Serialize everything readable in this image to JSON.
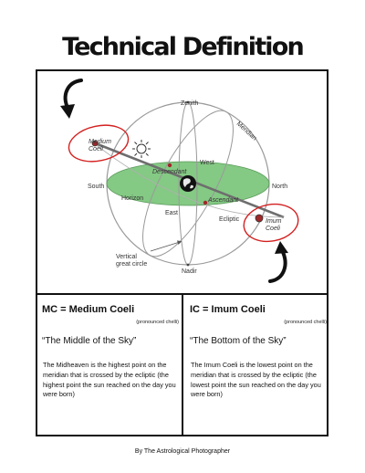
{
  "title": "Technical Definition",
  "diagram": {
    "labels": {
      "zenith": "Zenith",
      "meridian": "Meridian",
      "medium_coeli": "Medium\nCoeli",
      "descendant": "Descendant",
      "west": "West",
      "south": "South",
      "north": "North",
      "horizon": "Horizon",
      "ascendant": "Ascendant",
      "east": "East",
      "ecliptic": "Ecliptic",
      "imum_coeli": "Imum\nCoeli",
      "vertical_great_circle": "Vertical\ngreat circle",
      "nadir": "Nadir"
    },
    "colors": {
      "horizon_fill": "#6fbf6f",
      "highlight_ring": "#d42020",
      "sphere_line": "#9a9a9a",
      "ecliptic_line": "#6e6e6e",
      "arrow": "#111111"
    },
    "icons": [
      "sun-icon",
      "earth-icon",
      "arrow-down-icon",
      "arrow-up-icon"
    ]
  },
  "mc": {
    "heading": "MC = Medium Coeli",
    "pronunciation": "(pronounced chelli)",
    "quote": "“The Middle of the Sky”",
    "body": "The Midheaven is the highest point on the meridian that is crossed by the ecliptic (the highest point the sun reached on the day you were born)"
  },
  "ic": {
    "heading": "IC = Imum Coeli",
    "pronunciation": "(pronounced chelli)",
    "quote": "“The Bottom of the Sky”",
    "body": "The Imum Coeli is the lowest point on the meridian that is crossed by the ecliptic (the lowest point the sun reached on the day you were born)"
  },
  "footer": "By The Astrological Photographer"
}
